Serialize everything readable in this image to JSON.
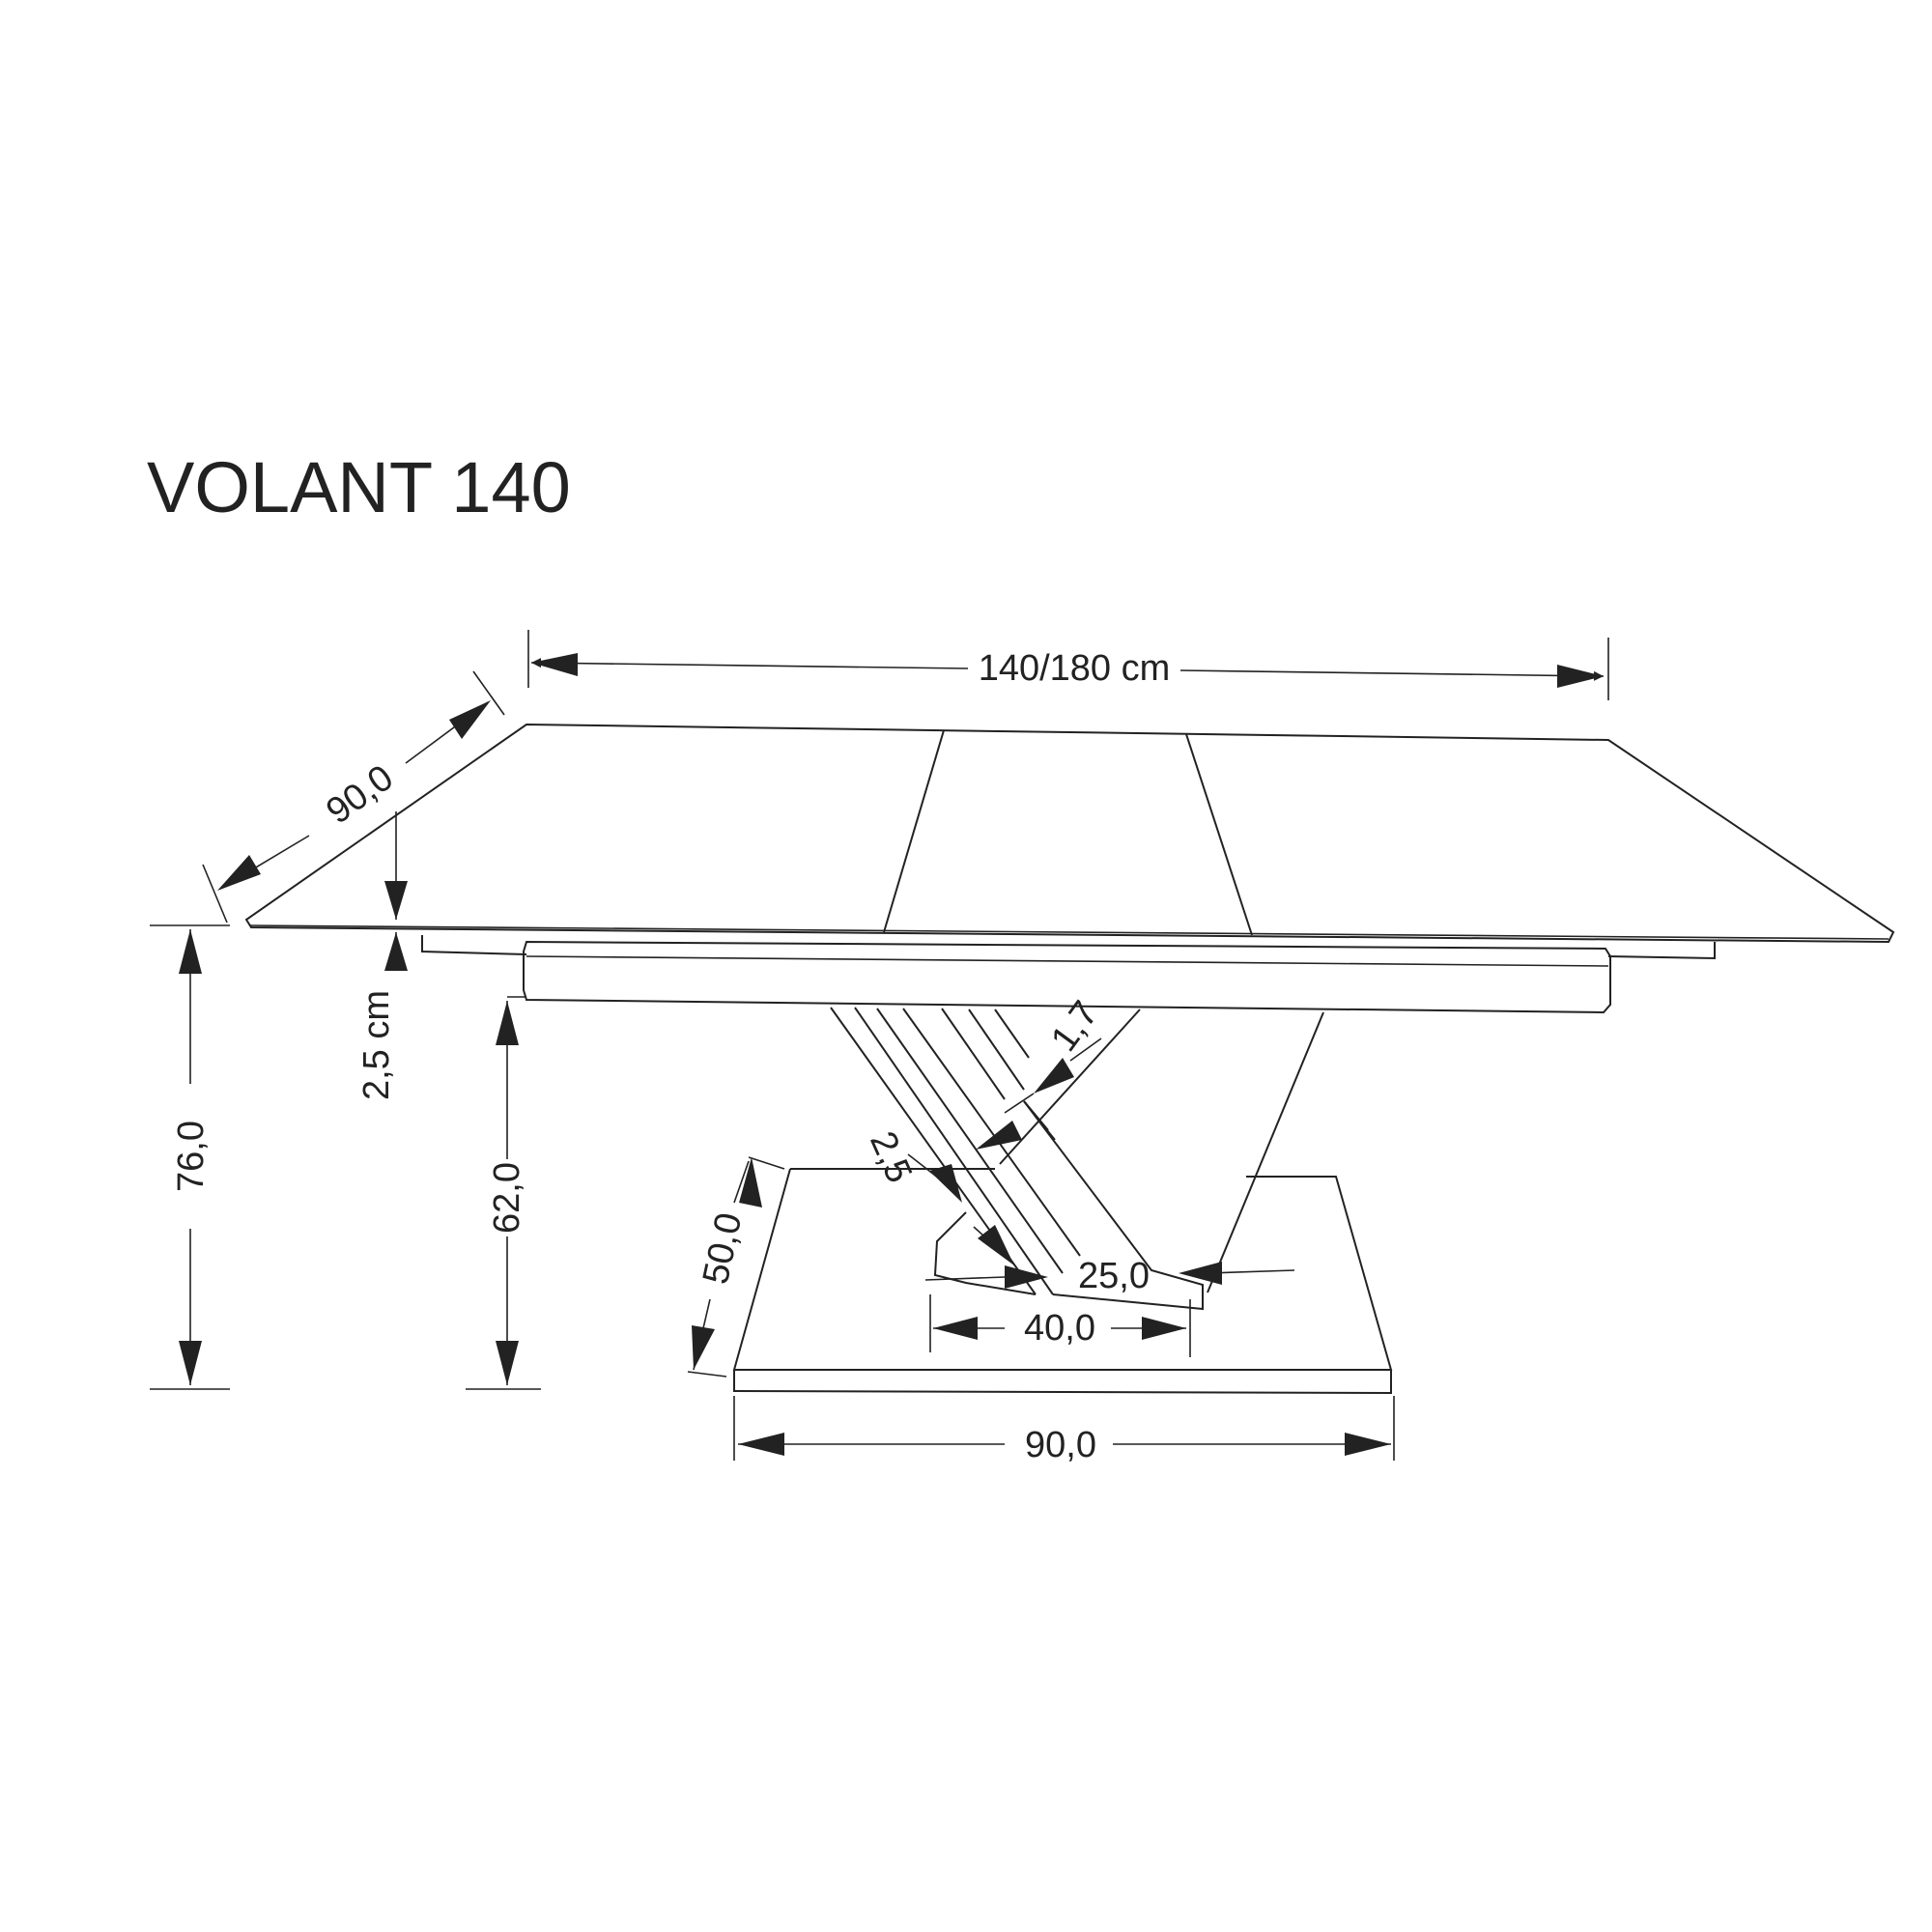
{
  "title": "VOLANT 140",
  "dimensions": {
    "length": "140/180 cm",
    "depth": "90,0",
    "top_thickness": "2,5 cm",
    "total_height": "76,0",
    "leg_height": "62,0",
    "base_depth": "50,0",
    "leg_width_a": "1,7",
    "leg_width_b": "2,5",
    "foot_inner": "25,0",
    "foot_outer": "40,0",
    "base_width": "90,0"
  }
}
